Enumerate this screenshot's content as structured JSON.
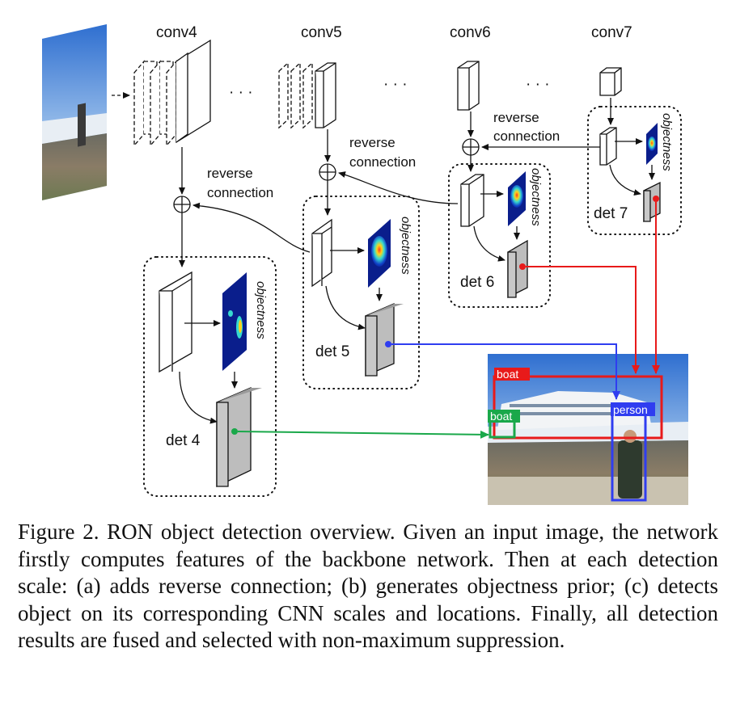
{
  "labels": {
    "conv4": "conv4",
    "conv5": "conv5",
    "conv6": "conv6",
    "conv7": "conv7",
    "ellipsis": "· · ·",
    "reverse": "reverse",
    "connection": "connection",
    "objectness": "objectness",
    "det4": "det 4",
    "det5": "det 5",
    "det6": "det 6",
    "det7": "det 7"
  },
  "detections": {
    "boat_large": "boat",
    "boat_small": "boat",
    "person": "person"
  },
  "colors": {
    "det4_line": "#1aa84a",
    "det5_line": "#2f3df0",
    "det6_line": "#e81a1a",
    "det7_line": "#e81a1a",
    "box_boat": "#e81a1a",
    "box_boat_small": "#1aa84a",
    "box_person": "#2f3df0"
  },
  "caption": "Figure 2. RON object detection overview. Given an input image, the network firstly computes features of the backbone network. Then at each detection scale: (a) adds reverse connection; (b) generates objectness prior; (c) detects object on its corresponding CNN scales and locations. Finally, all detection results are fused and selected with non-maximum suppression."
}
